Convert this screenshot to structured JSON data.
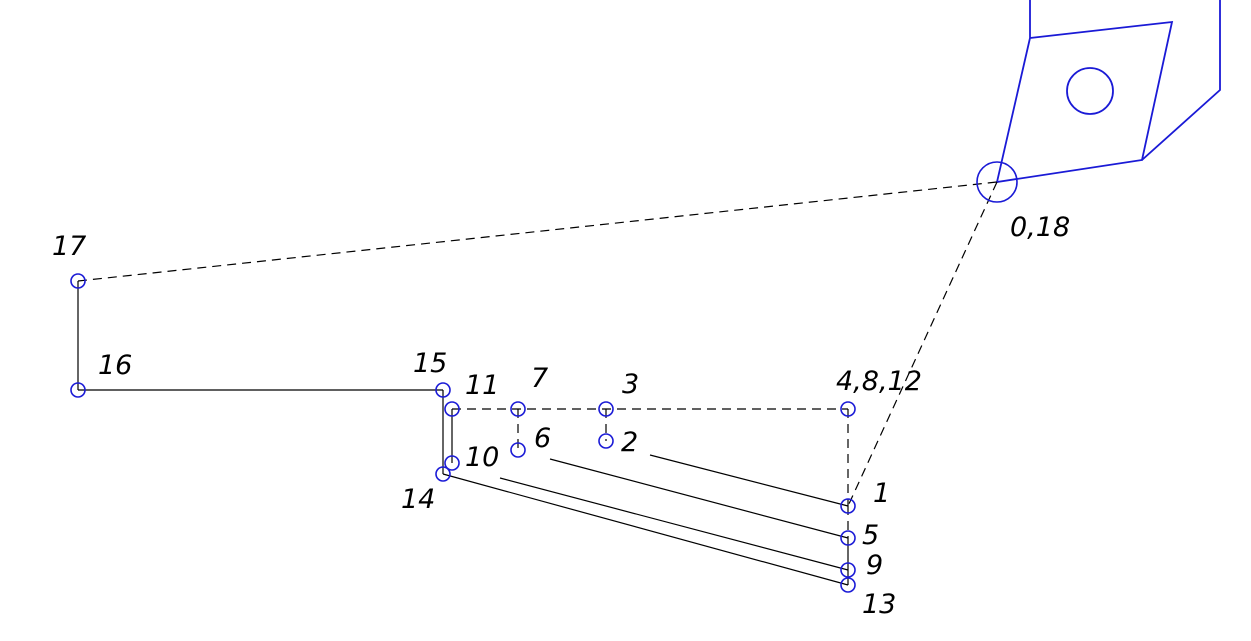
{
  "diagram": {
    "point_labels": {
      "p0_18": "0,18",
      "p1": "1",
      "p2": "2",
      "p3": "3",
      "p4_8_12": "4,8,12",
      "p5": "5",
      "p6": "6",
      "p7": "7",
      "p9": "9",
      "p10": "10",
      "p11": "11",
      "p13": "13",
      "p14": "14",
      "p15": "15",
      "p16": "16",
      "p17": "17"
    },
    "colors": {
      "points": "#1a1ad6",
      "tool": "#1a1ad6",
      "path": "#000000"
    }
  }
}
